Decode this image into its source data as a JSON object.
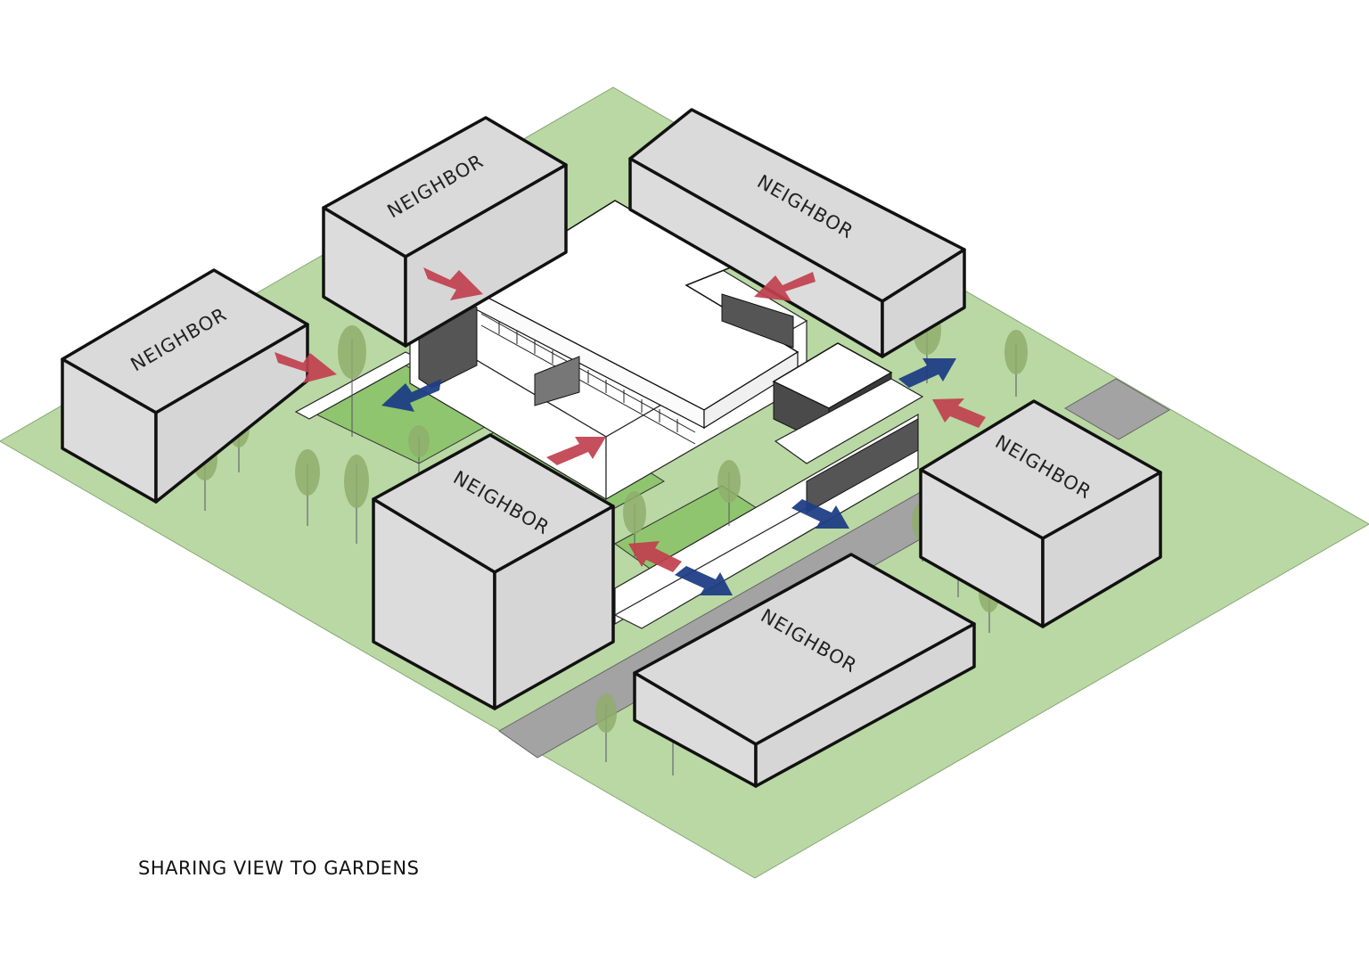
{
  "caption": "SHARING VIEW TO GARDENS",
  "neighbors": [
    {
      "id": "top-left",
      "label": "NEIGHBOR"
    },
    {
      "id": "top-right",
      "label": "NEIGHBOR"
    },
    {
      "id": "left",
      "label": "NEIGHBOR"
    },
    {
      "id": "center",
      "label": "NEIGHBOR"
    },
    {
      "id": "right",
      "label": "NEIGHBOR"
    },
    {
      "id": "bottom",
      "label": "NEIGHBOR"
    }
  ],
  "colors": {
    "ground": "#b7d7a3",
    "lawn": "#8fc56f",
    "road": "#9a9a9a",
    "arrow_in": "#c0404e",
    "arrow_out": "#1f3e85"
  }
}
